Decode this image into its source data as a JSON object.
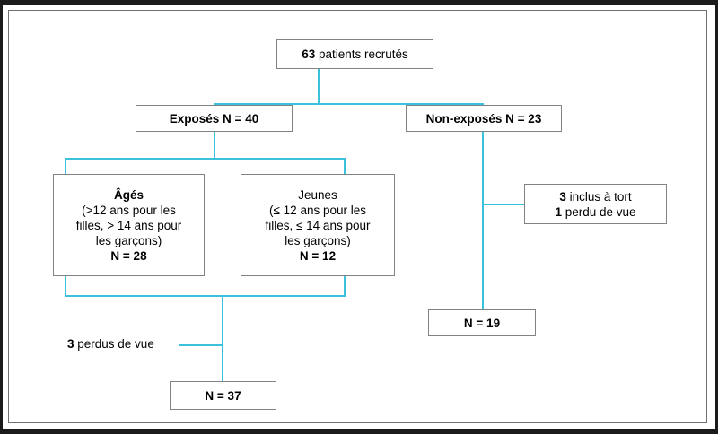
{
  "diagram": {
    "title_box": {
      "line1_bold": "63",
      "line1_rest": " patients recrutés"
    },
    "exposed_box": {
      "label": "Exposés N = 40"
    },
    "nonexposed_box": {
      "label": "Non-exposés N = 23"
    },
    "older_box": {
      "heading": "Âgés",
      "line1": "(>12 ans pour les",
      "line2": "filles, > 14 ans pour",
      "line3": "les garçons)",
      "count": "N = 28"
    },
    "younger_box": {
      "heading": "Jeunes",
      "line1": "(≤ 12 ans pour les",
      "line2": "filles, ≤ 14 ans pour",
      "line3": "les garçons)",
      "count": "N = 12"
    },
    "exclusion_box": {
      "line1_bold": "3",
      "line1_rest": " inclus à tort",
      "line2_bold": "1",
      "line2_rest": " perdu de vue"
    },
    "nonexposed_final_box": {
      "label": "N = 19"
    },
    "lost_followup_label": {
      "bold": "3",
      "rest": " perdus de vue"
    },
    "exposed_final_box": {
      "label": "N = 37"
    },
    "colors": {
      "connector": "#3cc1dc",
      "box_border": "#808285",
      "frame": "#6f7072",
      "page_background": "#ffffff",
      "outer_background": "#1b1b1b",
      "text": "#000000"
    }
  }
}
